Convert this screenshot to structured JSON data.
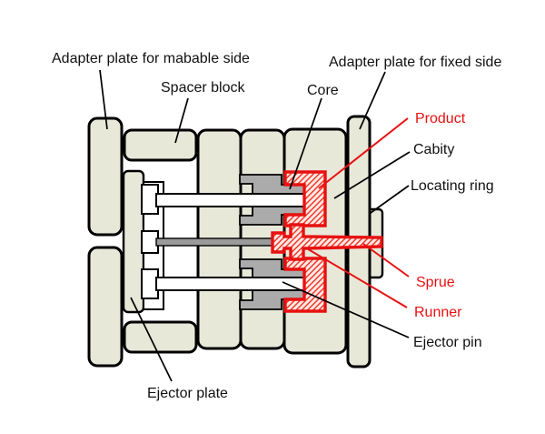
{
  "diagram": {
    "type": "injection-mold-cross-section",
    "labels": {
      "adapter_movable": "Adapter plate for mabable side",
      "spacer_block": "Spacer block",
      "core": "Core",
      "adapter_fixed": "Adapter plate for fixed side",
      "product": "Product",
      "cavity": "Cabity",
      "locating_ring": "Locating ring",
      "sprue": "Sprue",
      "runner": "Runner",
      "ejector_pin": "Ejector pin",
      "ejector_plate": "Ejector plate"
    },
    "colors": {
      "background": "#ffffff",
      "plate": "#e8e8d9",
      "outline": "#000000",
      "core_gray": "#ababab",
      "pin_gray": "#9a9a9a",
      "pin_fill": "#ffffff",
      "highlight_red": "#e81111",
      "hatch_bg": "#fdeae6",
      "hatch_line": "#ef3b2d",
      "text": "#111111"
    }
  }
}
